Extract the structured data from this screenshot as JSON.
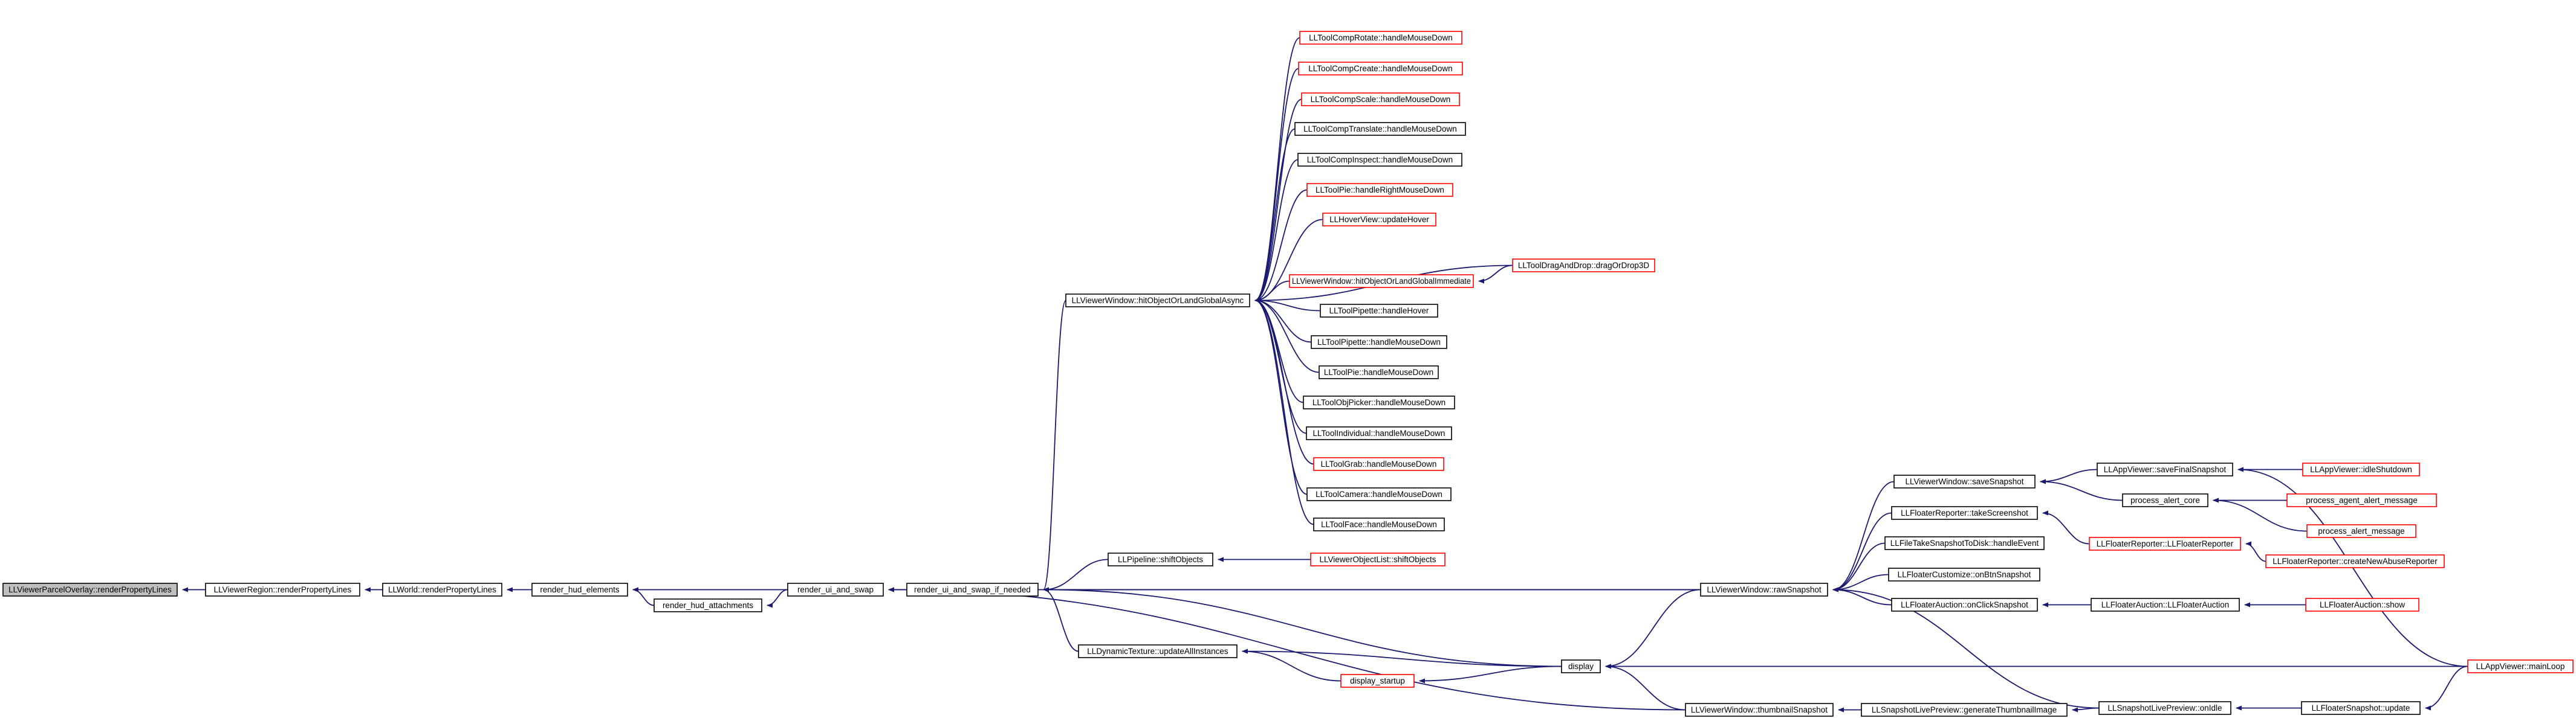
{
  "colors": {
    "background": "#ffffff",
    "root_fill": "#bfbfbf",
    "node_fill": "#ffffff",
    "node_border": "#000000",
    "truncated_border": "#ff0000",
    "edge": "#191970",
    "text": "#000000"
  },
  "nodes": [
    {
      "id": "n0",
      "label": "LLViewerParcelOverlay::renderPropertyLines",
      "kind": "root"
    },
    {
      "id": "n1",
      "label": "LLViewerRegion::renderPropertyLines",
      "kind": "normal"
    },
    {
      "id": "n2",
      "label": "LLWorld::renderPropertyLines",
      "kind": "normal"
    },
    {
      "id": "n3",
      "label": "render_hud_elements",
      "kind": "normal"
    },
    {
      "id": "n4",
      "label": "render_hud_attachments",
      "kind": "normal"
    },
    {
      "id": "n5",
      "label": "render_ui_and_swap",
      "kind": "normal"
    },
    {
      "id": "n6",
      "label": "render_ui_and_swap_if_needed",
      "kind": "normal"
    },
    {
      "id": "n7",
      "label": "LLViewerWindow::hitObjectOrLandGlobalAsync",
      "kind": "normal"
    },
    {
      "id": "n8",
      "label": "LLPipeline::shiftObjects",
      "kind": "normal"
    },
    {
      "id": "n9",
      "label": "LLDynamicTexture::updateAllInstances",
      "kind": "normal"
    },
    {
      "id": "n10",
      "label": "display_startup",
      "kind": "truncated"
    },
    {
      "id": "n11",
      "label": "display",
      "kind": "normal"
    },
    {
      "id": "n12",
      "label": "LLViewerWindow::rawSnapshot",
      "kind": "normal"
    },
    {
      "id": "n13",
      "label": "LLViewerWindow::thumbnailSnapshot",
      "kind": "normal"
    },
    {
      "id": "n14",
      "label": "LLViewerObjectList::shiftObjects",
      "kind": "truncated"
    },
    {
      "id": "n15",
      "label": "LLToolCompRotate::handleMouseDown",
      "kind": "truncated"
    },
    {
      "id": "n16",
      "label": "LLToolCompCreate::handleMouseDown",
      "kind": "truncated"
    },
    {
      "id": "n17",
      "label": "LLToolCompScale::handleMouseDown",
      "kind": "truncated"
    },
    {
      "id": "n18",
      "label": "LLToolCompTranslate::handleMouseDown",
      "kind": "normal"
    },
    {
      "id": "n19",
      "label": "LLToolCompInspect::handleMouseDown",
      "kind": "normal"
    },
    {
      "id": "n20",
      "label": "LLToolPie::handleRightMouseDown",
      "kind": "truncated"
    },
    {
      "id": "n21",
      "label": "LLHoverView::updateHover",
      "kind": "truncated"
    },
    {
      "id": "n22",
      "label": "LLViewerWindow::hitObjectOrLandGlobalImmediate",
      "kind": "truncated"
    },
    {
      "id": "n23",
      "label": "LLToolDragAndDrop::dragOrDrop3D",
      "kind": "truncated"
    },
    {
      "id": "n24",
      "label": "LLToolPipette::handleHover",
      "kind": "normal"
    },
    {
      "id": "n25",
      "label": "LLToolPipette::handleMouseDown",
      "kind": "normal"
    },
    {
      "id": "n26",
      "label": "LLToolPie::handleMouseDown",
      "kind": "normal"
    },
    {
      "id": "n27",
      "label": "LLToolObjPicker::handleMouseDown",
      "kind": "normal"
    },
    {
      "id": "n28",
      "label": "LLToolIndividual::handleMouseDown",
      "kind": "normal"
    },
    {
      "id": "n29",
      "label": "LLToolGrab::handleMouseDown",
      "kind": "truncated"
    },
    {
      "id": "n30",
      "label": "LLToolCamera::handleMouseDown",
      "kind": "normal"
    },
    {
      "id": "n31",
      "label": "LLToolFace::handleMouseDown",
      "kind": "normal"
    },
    {
      "id": "n32",
      "label": "LLViewerWindow::saveSnapshot",
      "kind": "normal"
    },
    {
      "id": "n33",
      "label": "LLFloaterReporter::takeScreenshot",
      "kind": "normal"
    },
    {
      "id": "n34",
      "label": "LLFileTakeSnapshotToDisk::handleEvent",
      "kind": "normal"
    },
    {
      "id": "n35",
      "label": "LLFloaterCustomize::onBtnSnapshot",
      "kind": "normal"
    },
    {
      "id": "n36",
      "label": "LLFloaterAuction::onClickSnapshot",
      "kind": "normal"
    },
    {
      "id": "n37",
      "label": "LLSnapshotLivePreview::generateThumbnailImage",
      "kind": "normal"
    },
    {
      "id": "n38",
      "label": "LLSnapshotLivePreview::onIdle",
      "kind": "normal"
    },
    {
      "id": "n39",
      "label": "LLAppViewer::saveFinalSnapshot",
      "kind": "normal"
    },
    {
      "id": "n40",
      "label": "process_alert_core",
      "kind": "normal"
    },
    {
      "id": "n41",
      "label": "LLFloaterReporter::LLFloaterReporter",
      "kind": "truncated"
    },
    {
      "id": "n42",
      "label": "LLFloaterAuction::LLFloaterAuction",
      "kind": "normal"
    },
    {
      "id": "n43",
      "label": "LLFloaterSnapshot::update",
      "kind": "normal"
    },
    {
      "id": "n44",
      "label": "LLAppViewer::idleShutdown",
      "kind": "truncated"
    },
    {
      "id": "n45",
      "label": "process_agent_alert_message",
      "kind": "truncated"
    },
    {
      "id": "n46",
      "label": "process_alert_message",
      "kind": "truncated"
    },
    {
      "id": "n47",
      "label": "LLFloaterReporter::createNewAbuseReporter",
      "kind": "truncated"
    },
    {
      "id": "n48",
      "label": "LLFloaterAuction::show",
      "kind": "truncated"
    },
    {
      "id": "n49",
      "label": "LLAppViewer::mainLoop",
      "kind": "truncated"
    }
  ],
  "edges": [
    [
      "n0",
      "n1"
    ],
    [
      "n1",
      "n2"
    ],
    [
      "n2",
      "n3"
    ],
    [
      "n3",
      "n4"
    ],
    [
      "n3",
      "n5"
    ],
    [
      "n4",
      "n5"
    ],
    [
      "n5",
      "n6"
    ],
    [
      "n5",
      "n12"
    ],
    [
      "n5",
      "n13"
    ],
    [
      "n6",
      "n7"
    ],
    [
      "n6",
      "n8"
    ],
    [
      "n6",
      "n9"
    ],
    [
      "n6",
      "n11"
    ],
    [
      "n6",
      "n12"
    ],
    [
      "n8",
      "n14"
    ],
    [
      "n9",
      "n10"
    ],
    [
      "n9",
      "n11"
    ],
    [
      "n10",
      "n11"
    ],
    [
      "n7",
      "n15"
    ],
    [
      "n7",
      "n16"
    ],
    [
      "n7",
      "n17"
    ],
    [
      "n7",
      "n18"
    ],
    [
      "n7",
      "n19"
    ],
    [
      "n7",
      "n20"
    ],
    [
      "n7",
      "n21"
    ],
    [
      "n7",
      "n22"
    ],
    [
      "n7",
      "n23"
    ],
    [
      "n7",
      "n24"
    ],
    [
      "n7",
      "n25"
    ],
    [
      "n7",
      "n26"
    ],
    [
      "n7",
      "n27"
    ],
    [
      "n7",
      "n28"
    ],
    [
      "n7",
      "n29"
    ],
    [
      "n7",
      "n30"
    ],
    [
      "n7",
      "n31"
    ],
    [
      "n22",
      "n23"
    ],
    [
      "n11",
      "n12"
    ],
    [
      "n11",
      "n13"
    ],
    [
      "n11",
      "n49"
    ],
    [
      "n12",
      "n32"
    ],
    [
      "n12",
      "n33"
    ],
    [
      "n12",
      "n34"
    ],
    [
      "n12",
      "n35"
    ],
    [
      "n12",
      "n36"
    ],
    [
      "n12",
      "n38"
    ],
    [
      "n13",
      "n37"
    ],
    [
      "n37",
      "n38"
    ],
    [
      "n38",
      "n43"
    ],
    [
      "n43",
      "n49"
    ],
    [
      "n32",
      "n39"
    ],
    [
      "n32",
      "n40"
    ],
    [
      "n39",
      "n44"
    ],
    [
      "n39",
      "n49"
    ],
    [
      "n40",
      "n45"
    ],
    [
      "n40",
      "n46"
    ],
    [
      "n33",
      "n41"
    ],
    [
      "n41",
      "n47"
    ],
    [
      "n36",
      "n42"
    ],
    [
      "n42",
      "n48"
    ]
  ]
}
